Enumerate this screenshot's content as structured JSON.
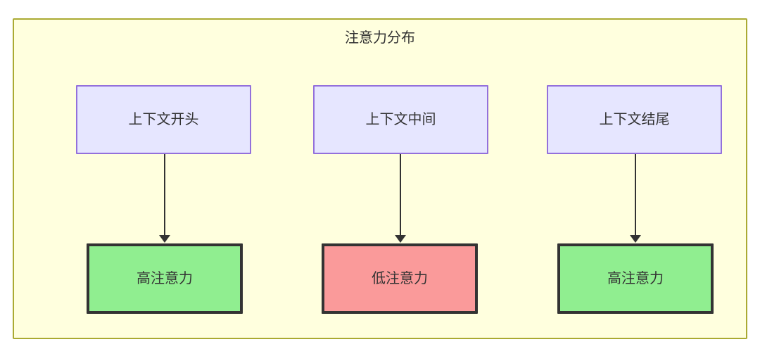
{
  "diagram": {
    "title": "注意力分布",
    "background_color": "#ffffff",
    "cluster": {
      "fill": "#ffffde",
      "border_color": "#aaaa33"
    },
    "context_nodes": [
      {
        "label": "上下文开头",
        "fill": "#e6e6ff",
        "border_color": "#9370db"
      },
      {
        "label": "上下文中间",
        "fill": "#e6e6ff",
        "border_color": "#9370db"
      },
      {
        "label": "上下文结尾",
        "fill": "#e6e6ff",
        "border_color": "#9370db"
      }
    ],
    "attention_nodes": [
      {
        "label": "高注意力",
        "fill": "#90ee90",
        "border_color": "#333333"
      },
      {
        "label": "低注意力",
        "fill": "#fa9a9a",
        "border_color": "#333333"
      },
      {
        "label": "高注意力",
        "fill": "#90ee90",
        "border_color": "#333333"
      }
    ],
    "edges": [
      {
        "from": "上下文开头",
        "to": "高注意力"
      },
      {
        "from": "上下文中间",
        "to": "低注意力"
      },
      {
        "from": "上下文结尾",
        "to": "高注意力"
      }
    ]
  }
}
